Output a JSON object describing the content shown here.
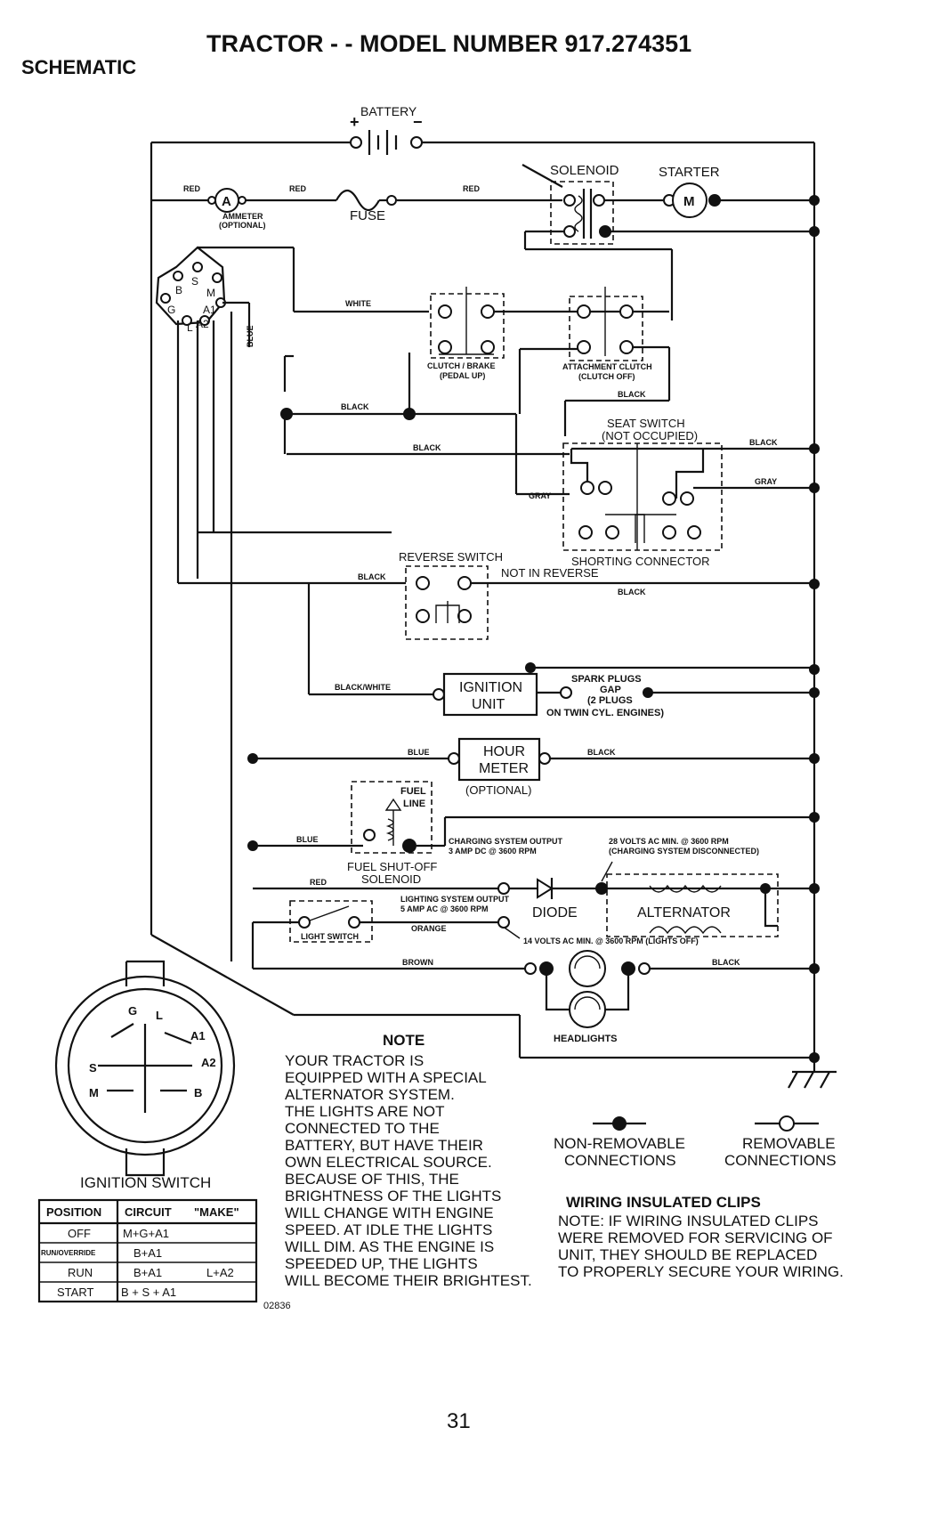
{
  "header": {
    "title": "TRACTOR - - MODEL NUMBER  917.274351",
    "section": "SCHEMATIC"
  },
  "components": {
    "battery": "BATTERY",
    "plus": "+",
    "minus": "−",
    "ammeter": "AMMETER",
    "ammeter_optional": "(OPTIONAL)",
    "ammeter_symbol": "A",
    "fuse": "FUSE",
    "solenoid": "SOLENOID",
    "starter": "STARTER",
    "starter_symbol": "M",
    "clutch_brake": "CLUTCH / BRAKE",
    "clutch_brake_sub": "(PEDAL UP)",
    "attachment_clutch": "ATTACHMENT CLUTCH",
    "attachment_clutch_sub": "(CLUTCH OFF)",
    "seat_switch": "SEAT SWITCH",
    "seat_switch_sub": "(NOT OCCUPIED)",
    "shorting_connector": "SHORTING CONNECTOR",
    "reverse_switch": "REVERSE SWITCH",
    "not_in_reverse": "NOT IN REVERSE",
    "ignition_unit_1": "IGNITION",
    "ignition_unit_2": "UNIT",
    "spark_plugs": "SPARK PLUGS",
    "spark_gap": "GAP",
    "spark_two": "(2 PLUGS",
    "spark_twin": "ON TWIN CYL. ENGINES)",
    "hour_meter_1": "HOUR",
    "hour_meter_2": "METER",
    "hour_meter_opt": "(OPTIONAL)",
    "fuel_line_1": "FUEL",
    "fuel_line_2": "LINE",
    "fuel_solenoid_1": "FUEL SHUT-OFF",
    "fuel_solenoid_2": "SOLENOID",
    "charging_output_1": "CHARGING SYSTEM OUTPUT",
    "charging_output_2": "3 AMP DC @ 3600 RPM",
    "ac_min_1": "28 VOLTS AC MIN. @ 3600 RPM",
    "ac_min_2": "(CHARGING SYSTEM DISCONNECTED)",
    "lighting_output_1": "LIGHTING SYSTEM OUTPUT",
    "lighting_output_2": "5 AMP AC @ 3600 RPM",
    "light_switch": "LIGHT SWITCH",
    "diode": "DIODE",
    "alternator": "ALTERNATOR",
    "volts_lights": "14 VOLTS AC MIN. @ 3600 RPM (LIGHTS OFF)",
    "headlights": "HEADLIGHTS",
    "ign_terminals": {
      "B": "B",
      "S": "S",
      "M": "M",
      "G": "G",
      "A1": "A1",
      "A2": "A2",
      "L": "L"
    }
  },
  "wires": {
    "red": "RED",
    "white": "WHITE",
    "blue": "BLUE",
    "black": "BLACK",
    "gray": "GRAY",
    "black_white": "BLACK/WHITE",
    "orange": "ORANGE",
    "brown": "BROWN"
  },
  "ignition_switch": {
    "title": "IGNITION SWITCH",
    "labels": {
      "G": "G",
      "L": "L",
      "A1": "A1",
      "A2": "A2",
      "S": "S",
      "M": "M",
      "B": "B"
    },
    "headers": [
      "POSITION",
      "CIRCUIT",
      "\"MAKE\""
    ],
    "rows": [
      {
        "position": "OFF",
        "circuit": "M+G+A1",
        "make": ""
      },
      {
        "position": "RUN/OVERRIDE",
        "circuit": "B+A1",
        "make": ""
      },
      {
        "position": "RUN",
        "circuit": "B+A1",
        "make": "L+A2"
      },
      {
        "position": "START",
        "circuit": "B + S + A1",
        "make": ""
      }
    ]
  },
  "figure_code": "02836",
  "note": {
    "heading": "NOTE",
    "lines": [
      "YOUR TRACTOR IS",
      "EQUIPPED WITH A SPECIAL",
      "ALTERNATOR SYSTEM.",
      "THE LIGHTS ARE NOT",
      "CONNECTED TO THE",
      "BATTERY, BUT HAVE THEIR",
      "OWN ELECTRICAL SOURCE.",
      "BECAUSE OF THIS, THE",
      "BRIGHTNESS OF THE LIGHTS",
      "WILL CHANGE WITH ENGINE",
      "SPEED.  AT IDLE THE LIGHTS",
      "WILL DIM.  AS THE ENGINE IS",
      "SPEEDED UP, THE LIGHTS",
      "WILL BECOME THEIR BRIGHTEST."
    ]
  },
  "legend": {
    "nonremovable_1": "NON-REMOVABLE",
    "nonremovable_2": "CONNECTIONS",
    "removable_1": "REMOVABLE",
    "removable_2": "CONNECTIONS"
  },
  "clips": {
    "heading": "WIRING INSULATED CLIPS",
    "lines": [
      "NOTE: IF WIRING INSULATED CLIPS",
      "WERE REMOVED FOR SERVICING OF",
      "UNIT, THEY SHOULD BE REPLACED",
      "TO PROPERLY SECURE YOUR WIRING."
    ]
  },
  "page_number": "31"
}
